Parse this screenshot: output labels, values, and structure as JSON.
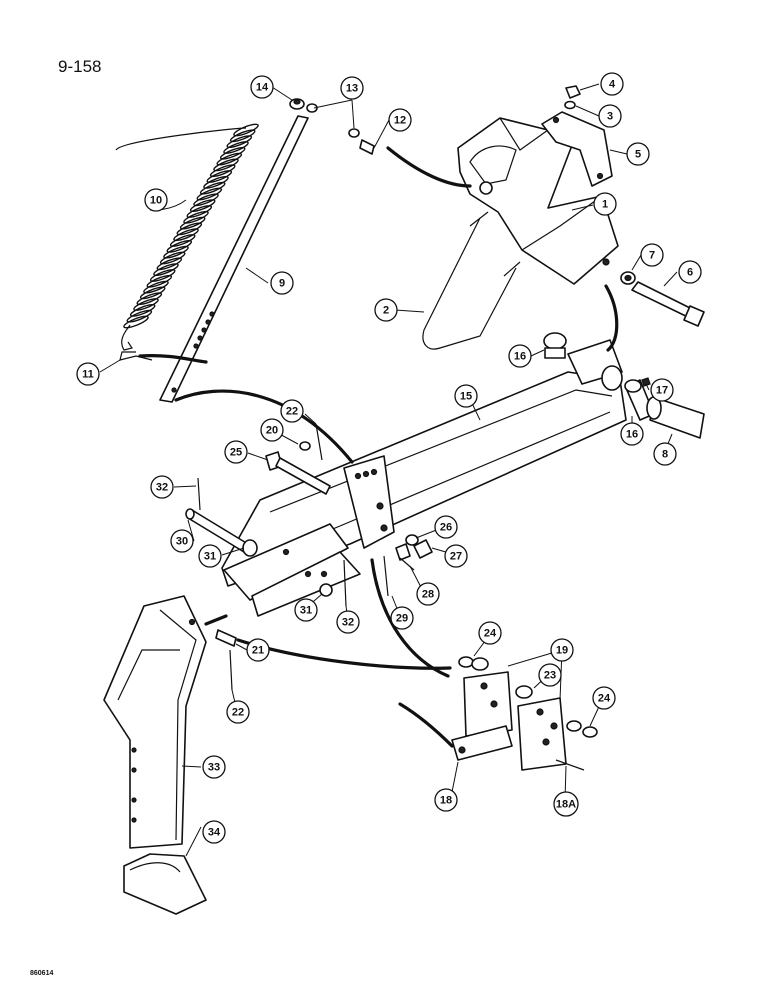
{
  "page_number": "9-158",
  "figure_code": "860614",
  "callouts": [
    {
      "id": "c1",
      "label": "1"
    },
    {
      "id": "c2",
      "label": "2"
    },
    {
      "id": "c3",
      "label": "3"
    },
    {
      "id": "c4",
      "label": "4"
    },
    {
      "id": "c5",
      "label": "5"
    },
    {
      "id": "c6",
      "label": "6"
    },
    {
      "id": "c7",
      "label": "7"
    },
    {
      "id": "c8",
      "label": "8"
    },
    {
      "id": "c9",
      "label": "9"
    },
    {
      "id": "c10",
      "label": "10"
    },
    {
      "id": "c11",
      "label": "11"
    },
    {
      "id": "c12",
      "label": "12"
    },
    {
      "id": "c13",
      "label": "13"
    },
    {
      "id": "c14",
      "label": "14"
    },
    {
      "id": "c15",
      "label": "15"
    },
    {
      "id": "c16a",
      "label": "16"
    },
    {
      "id": "c16b",
      "label": "16"
    },
    {
      "id": "c17",
      "label": "17"
    },
    {
      "id": "c18",
      "label": "18"
    },
    {
      "id": "c18a",
      "label": "18A"
    },
    {
      "id": "c19",
      "label": "19"
    },
    {
      "id": "c20",
      "label": "20"
    },
    {
      "id": "c21",
      "label": "21"
    },
    {
      "id": "c22a",
      "label": "22"
    },
    {
      "id": "c22b",
      "label": "22"
    },
    {
      "id": "c23",
      "label": "23"
    },
    {
      "id": "c24a",
      "label": "24"
    },
    {
      "id": "c24b",
      "label": "24"
    },
    {
      "id": "c25",
      "label": "25"
    },
    {
      "id": "c26",
      "label": "26"
    },
    {
      "id": "c27",
      "label": "27"
    },
    {
      "id": "c28",
      "label": "28"
    },
    {
      "id": "c29",
      "label": "29"
    },
    {
      "id": "c30",
      "label": "30"
    },
    {
      "id": "c31a",
      "label": "31"
    },
    {
      "id": "c31b",
      "label": "31"
    },
    {
      "id": "c32a",
      "label": "32"
    },
    {
      "id": "c32b",
      "label": "32"
    },
    {
      "id": "c33",
      "label": "33"
    },
    {
      "id": "c34",
      "label": "34"
    }
  ]
}
